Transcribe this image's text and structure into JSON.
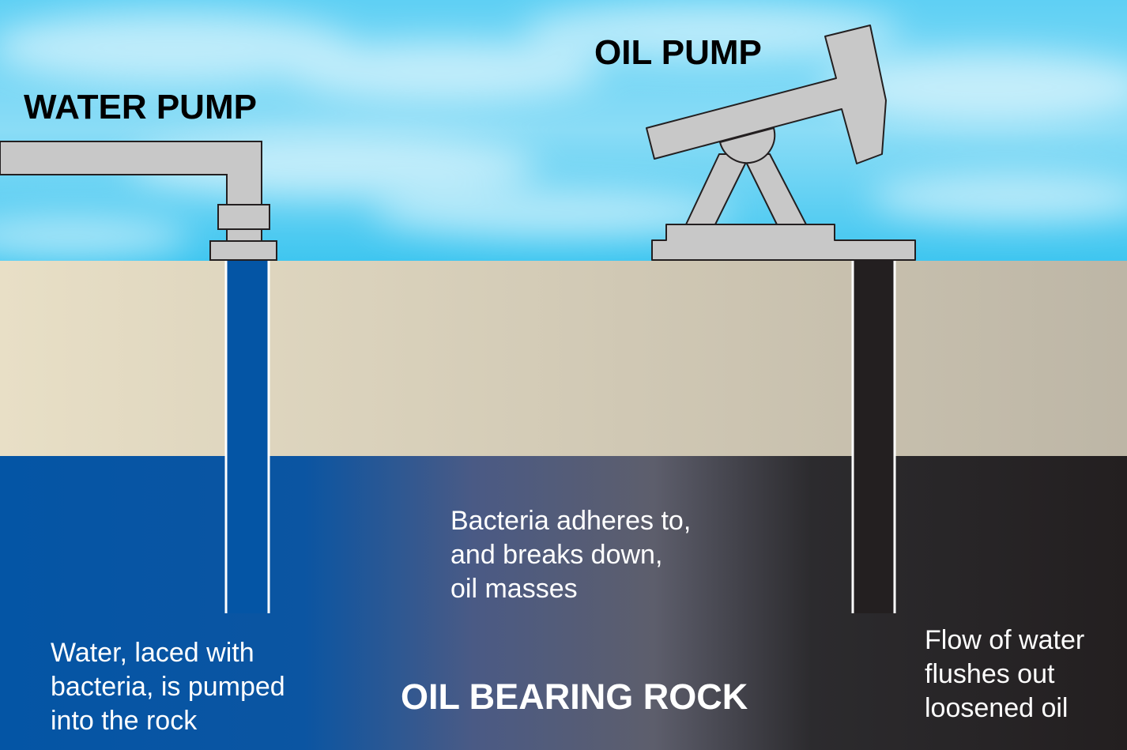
{
  "diagram": {
    "title_water_pump": "WATER PUMP",
    "title_oil_pump": "OIL PUMP",
    "title_rock": "OIL BEARING ROCK",
    "note_water": [
      "Water, laced with",
      "bacteria, is pumped",
      "into the rock"
    ],
    "note_bacteria": [
      "Bacteria adheres to,",
      "and breaks down,",
      "oil masses"
    ],
    "note_flow": [
      "Flow of water",
      "flushes out",
      "loosened oil"
    ]
  },
  "colors": {
    "sky": "#3fc6f0",
    "soil": "#d6cdb6",
    "water": "#0455a5",
    "oil": "#231f20",
    "metal": "#c8c8c8"
  }
}
